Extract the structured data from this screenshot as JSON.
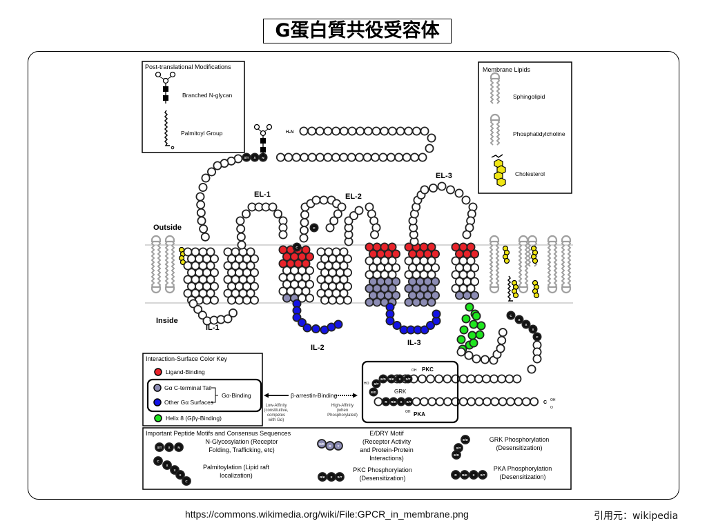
{
  "slide": {
    "title": "G蛋白質共役受容体",
    "source_url": "https://commons.wikimedia.org/wiki/File:GPCR_in_membrane.png",
    "credit": "引用元：wikipedia"
  },
  "ptm_box": {
    "title": "Post-translational Modifications",
    "items": [
      {
        "icon": "branched-n-glycan-icon",
        "label": "Branched N-glycan"
      },
      {
        "icon": "palmitoyl-group-icon",
        "label": "Palmitoyl Group"
      }
    ]
  },
  "lipid_box": {
    "title": "Membrane Lipids",
    "items": [
      {
        "icon": "sphingolipid-icon",
        "label": "Sphingolipid"
      },
      {
        "icon": "phosphatidylcholine-icon",
        "label": "Phosphatidylcholine"
      },
      {
        "icon": "cholesterol-icon",
        "label": "Cholesterol"
      }
    ]
  },
  "regions": {
    "outside": "Outside",
    "inside": "Inside",
    "el1": "EL-1",
    "el2": "EL-2",
    "el3": "EL-3",
    "il1": "IL-1",
    "il2": "IL-2",
    "il3": "IL-3",
    "n_term": "H₂N",
    "c_term": "C",
    "oh": "OH",
    "o": "O",
    "ho": "HO"
  },
  "residue_labels": {
    "st": "S/T",
    "x": "X",
    "n": "N",
    "c": "C",
    "ed": "E/D",
    "r": "R",
    "y": "Y",
    "rk": "R/K"
  },
  "kinases": {
    "pkc": "PKC",
    "pka": "PKA",
    "grk": "GRK"
  },
  "colors": {
    "ligand_binding": "#e8232a",
    "ga_c_terminal": "#8c8cb4",
    "other_ga": "#1414e6",
    "helix8": "#1ee61e",
    "cholesterol": "#f0e614",
    "lipid": "#a0a0a0"
  },
  "color_key": {
    "title": "Interaction-Surface Color Key",
    "items": [
      {
        "label": "Ligand-Binding",
        "color": "#e8232a"
      },
      {
        "label": "Gα C-terminal Tail",
        "color": "#8c8cb4"
      },
      {
        "label": "Other Gα Surfaces",
        "color": "#1414e6"
      },
      {
        "label": "Helix 8 (Gβγ-Binding)",
        "color": "#1ee61e"
      }
    ],
    "ga_binding_label": "Gα-Binding"
  },
  "arrestin": {
    "label": "β-arrestin-Binding",
    "low_affinity": [
      "Low-Affinity",
      "(constituitive,",
      "competes",
      "with Gα)"
    ],
    "high_affinity": [
      "High-Affinity",
      "(when",
      "Phosphorylated)"
    ]
  },
  "motifs_box": {
    "title": "Important Peptide Motifs and Consensus Sequences",
    "items": [
      {
        "label": [
          "N-Glycosylation (Receptor",
          "Folding, Trafficking, etc)"
        ],
        "sequence": [
          "S/T",
          "X",
          "N"
        ]
      },
      {
        "label": [
          "Palmitoylation (Lipid raft",
          "localization)"
        ],
        "sequence": [
          "C",
          "X",
          "X",
          "X",
          "C"
        ]
      },
      {
        "label": [
          "E/DRY Motif",
          "(Receptor Activity",
          "and Protein-Protein",
          "Interactions)"
        ],
        "sequence": [
          "E/D",
          "R",
          "Y"
        ]
      },
      {
        "label": [
          "PKC Phosphorylation",
          "(Desensitization)"
        ],
        "sequence": [
          "R/K",
          "X",
          "S/T"
        ]
      },
      {
        "label": [
          "GRK Phosphorylation",
          "(Desensitization)"
        ],
        "sequence": [
          "E/D",
          "S/T",
          "E/D"
        ]
      },
      {
        "label": [
          "PKA Phosphorylation",
          "(Desensitization)"
        ],
        "sequence": [
          "R",
          "R/K",
          "X",
          "S/T"
        ]
      }
    ]
  }
}
